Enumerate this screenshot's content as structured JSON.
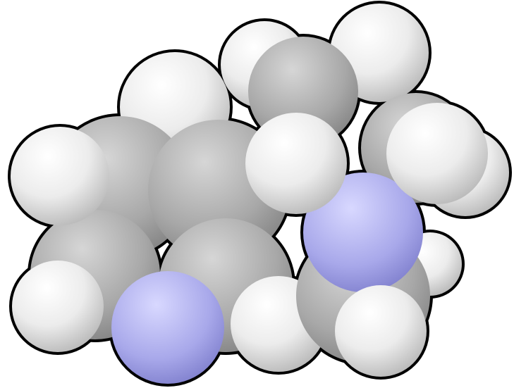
{
  "image": {
    "subject": "space-filling-molecular-model-icon",
    "style": "cpk-space-filling",
    "colors": {
      "background": "#ffffff",
      "outline": "#000000",
      "hydrogen_light": "#ffffff",
      "hydrogen_dark": "#b8b8b8",
      "carbon_light": "#d6d6d6",
      "carbon_dark": "#7c7c7c",
      "nitrogen_light": "#d8d8ff",
      "nitrogen_dark": "#7878c8"
    },
    "atoms": [
      {
        "element": "N",
        "label": "pyridine-nitrogen"
      },
      {
        "element": "N",
        "label": "pyrrolidine-nitrogen"
      }
    ]
  }
}
